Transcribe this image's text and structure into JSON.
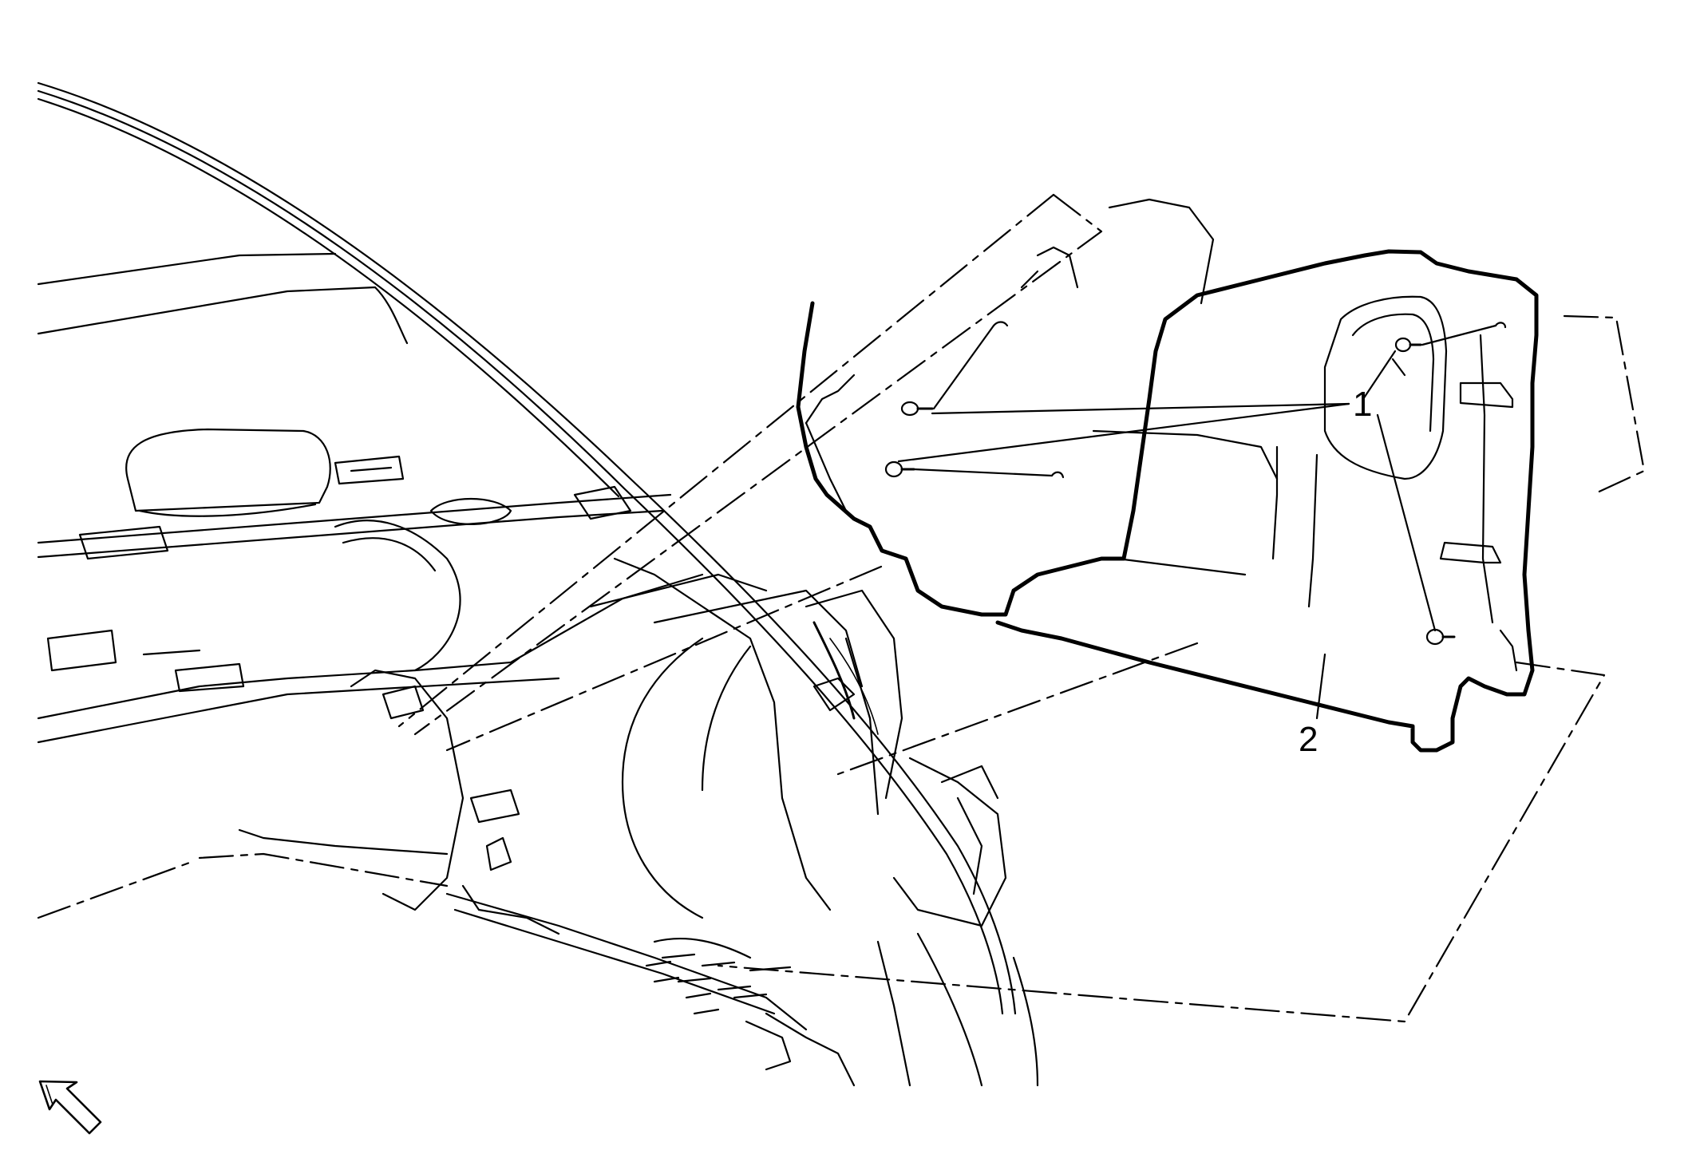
{
  "callouts": [
    {
      "id": "1",
      "text": "1"
    },
    {
      "id": "2",
      "text": "2"
    }
  ],
  "colors": {
    "line": "#000000",
    "background": "#ffffff"
  },
  "icons": {
    "view_direction": "view-direction-arrow-icon"
  }
}
